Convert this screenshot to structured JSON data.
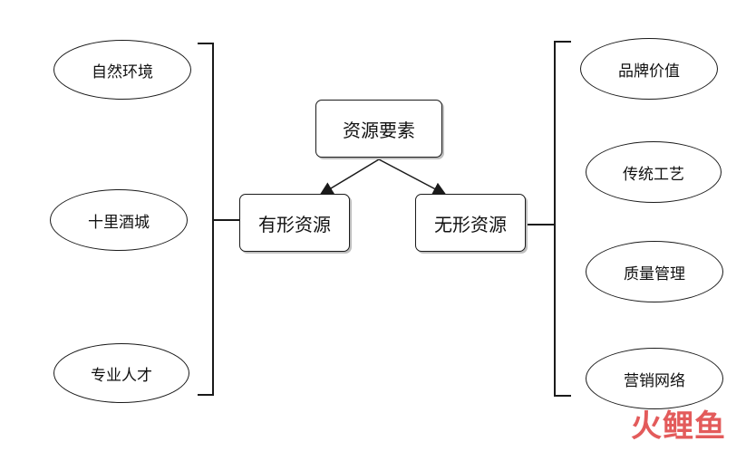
{
  "diagram": {
    "root": "资源要素",
    "tangible": {
      "label": "有形资源",
      "items": [
        "自然环境",
        "十里酒城",
        "专业人才"
      ]
    },
    "intangible": {
      "label": "无形资源",
      "items": [
        "品牌价值",
        "传统工艺",
        "质量管理",
        "营销网络"
      ]
    }
  },
  "watermark": "火鲤鱼",
  "colors": {
    "stroke": "#1a1a1a",
    "watermark": "#e04a4a"
  }
}
